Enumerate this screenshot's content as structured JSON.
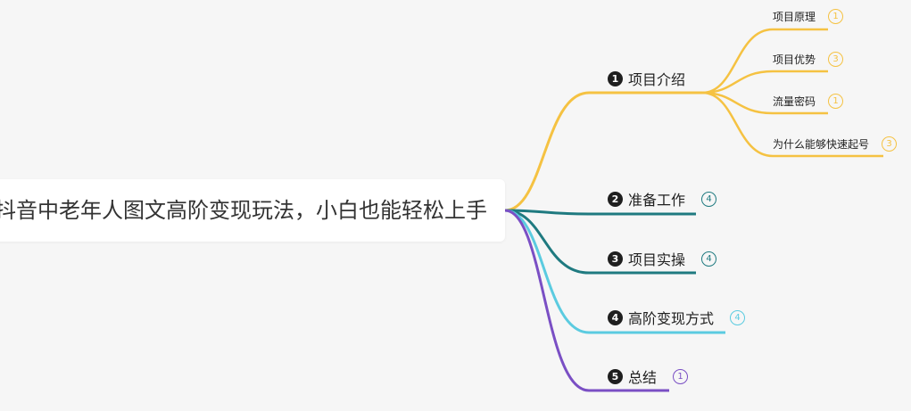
{
  "colors": {
    "background": "#f6f6f6",
    "branch1": "#f5c242",
    "branch2": "#1f7a80",
    "branch3": "#1f7a80",
    "branch4": "#5bcbe0",
    "branch5": "#7a4fc4"
  },
  "root": {
    "title": "抖音中老年人图文高阶变现玩法，小白也能轻松上手"
  },
  "branches": [
    {
      "number": "1",
      "label": "项目介绍",
      "count": "",
      "children": [
        {
          "label": "项目原理",
          "count": "1"
        },
        {
          "label": "项目优势",
          "count": "3"
        },
        {
          "label": "流量密码",
          "count": "1"
        },
        {
          "label": "为什么能够快速起号",
          "count": "3"
        }
      ]
    },
    {
      "number": "2",
      "label": "准备工作",
      "count": "4"
    },
    {
      "number": "3",
      "label": "项目实操",
      "count": "4"
    },
    {
      "number": "4",
      "label": "高阶变现方式",
      "count": "4"
    },
    {
      "number": "5",
      "label": "总结",
      "count": "1"
    }
  ]
}
